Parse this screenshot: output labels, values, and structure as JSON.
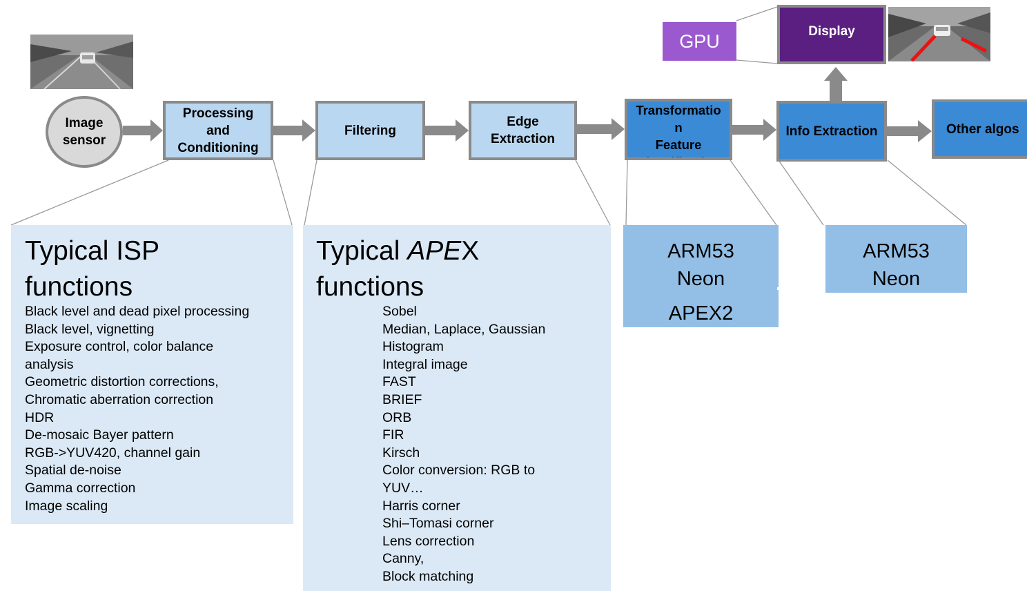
{
  "stages": {
    "image_sensor": "Image\nsensor",
    "processing": "Processing\nand\nConditioning",
    "filtering": "Filtering",
    "edge": "Edge\nExtraction",
    "transformation": "Transformatio\nn\nFeature\nClassification",
    "info": "Info Extraction",
    "other": "Other algos"
  },
  "gpu_label": "GPU",
  "display_label": "Display",
  "isp": {
    "title_line1": "Typical ISP",
    "title_line2": "functions",
    "items": [
      "Black level and dead pixel processing",
      "Black level, vignetting",
      "Exposure control, color balance",
      "analysis",
      "Geometric distortion corrections,",
      "Chromatic aberration correction",
      "HDR",
      "De-mosaic Bayer pattern",
      "RGB->YUV420, channel gain",
      "Spatial de-noise",
      "Gamma correction",
      "Image scaling"
    ]
  },
  "apex": {
    "title_prefix": "Typical ",
    "title_italic": "APE",
    "title_suffix": "X",
    "title_line2": "functions",
    "items": [
      "Sobel",
      "Median, Laplace, Gaussian",
      "Histogram",
      "Integral image",
      "FAST",
      "BRIEF",
      "ORB",
      "FIR",
      "Kirsch",
      "Color conversion: RGB to",
      "YUV…",
      "Harris corner",
      "Shi–Tomasi  corner",
      "Lens correction",
      "Canny,",
      "Block matching"
    ]
  },
  "transform_box": {
    "line1": "ARM53",
    "line2": "Neon",
    "line3": "APEX2"
  },
  "info_box": {
    "line1": "ARM53",
    "line2": "Neon"
  },
  "colors": {
    "light_stage": "#b9d7f0",
    "dark_stage": "#3a8ad6",
    "gpu": "#9b59d0",
    "display": "#5a1f80",
    "panel": "#dbe9f6",
    "processor_box": "#93bfe6",
    "arrow": "#8a8a8a"
  }
}
